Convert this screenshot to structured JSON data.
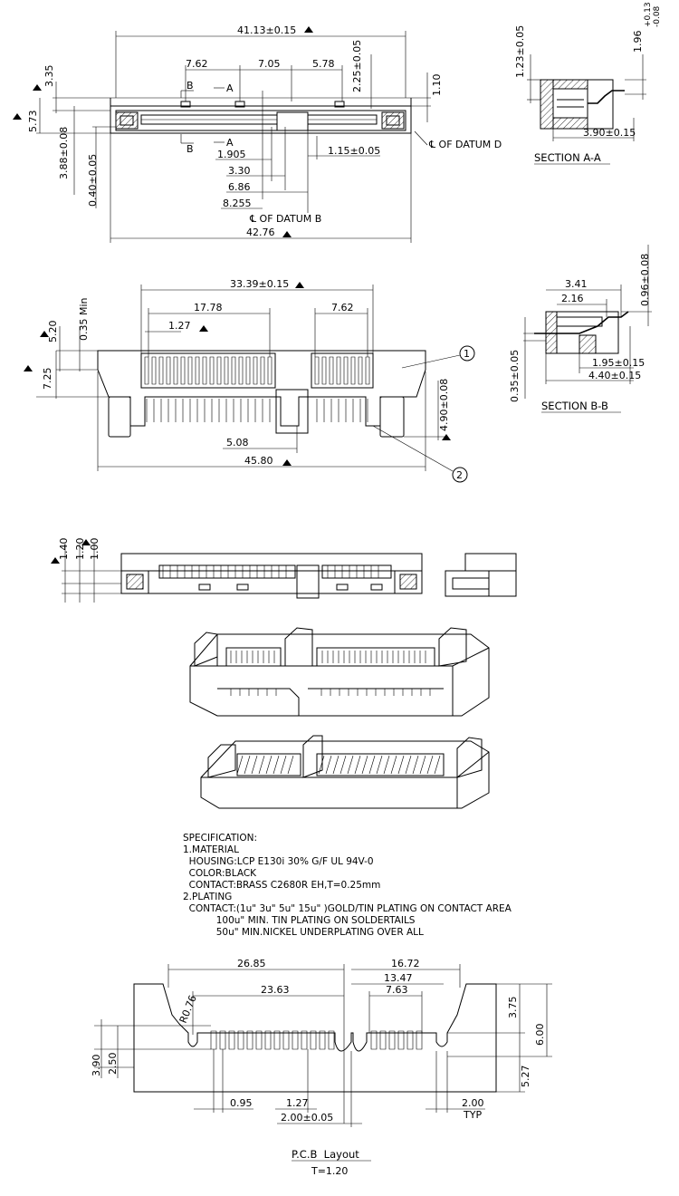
{
  "top_view": {
    "overall_width_top": "41.13±0.15",
    "overall_width_bottom": "42.76",
    "pitch_1": "7.62",
    "pitch_2": "7.05",
    "pitch_3": "5.78",
    "height_right": "2.25±0.05",
    "height_small": "1.10",
    "left_1": "3.35",
    "left_2": "5.73",
    "left_3": "3.88±0.08",
    "left_4": "0.40±0.05",
    "dim_1905": "1.905",
    "dim_330": "3.30",
    "dim_686": "6.86",
    "dim_8255": "8.255",
    "dim_115": "1.15±0.05",
    "datum_b": "℄ OF DATUM B",
    "datum_d": "℄ OF DATUM D",
    "cut_a": "A",
    "cut_b": "B"
  },
  "section_aa": {
    "title": "SECTION A-A",
    "dim_width": "3.90±0.15",
    "dim_height": "1.23±0.05",
    "dim_right": "1.96",
    "tol_plus": "+0.13",
    "tol_minus": "-0.08"
  },
  "front_view": {
    "span": "33.39±0.15",
    "pitch_a": "17.78",
    "pitch_b": "7.62",
    "pitch_c": "1.27",
    "min_dim": "0.35 Min",
    "h_520": "5.20",
    "h_725": "7.25",
    "tail": "4.90±0.08",
    "center": "5.08",
    "width": "45.80",
    "balloon_1": "1",
    "balloon_2": "2"
  },
  "section_bb": {
    "title": "SECTION B-B",
    "dim_341": "3.41",
    "dim_216": "2.16",
    "dim_096": "0.96±0.08",
    "dim_035": "0.35±0.05",
    "dim_195": "1.95±0.15",
    "dim_440": "4.40±0.15"
  },
  "side_view": {
    "h_140": "1.40",
    "h_120": "1.20",
    "h_100": "1.00"
  },
  "specification": {
    "lines": [
      "SPECIFICATION:",
      "1.MATERIAL",
      "  HOUSING:LCP E130i 30% G/F UL 94V-0",
      "  COLOR:BLACK",
      "  CONTACT:BRASS C2680R EH,T=0.25mm",
      "2.PLATING",
      "  CONTACT:(1u\" 3u\" 5u\" 15u\" )GOLD/TIN PLATING ON CONTACT AREA",
      "           100u\" MIN. TIN PLATING ON SOLDERTAILS",
      "           50u\" MIN.NICKEL UNDERPLATING OVER ALL"
    ]
  },
  "pcb_layout": {
    "dim_2685": "26.85",
    "dim_1672": "16.72",
    "dim_1347": "13.47",
    "dim_2363": "23.63",
    "dim_763": "7.63",
    "radius": "R0.76",
    "dim_375": "3.75",
    "dim_600": "6.00",
    "dim_527": "5.27",
    "dim_390": "3.90",
    "dim_250": "2.50",
    "dim_095": "0.95",
    "dim_127": "1.27",
    "dim_200": "2.00±0.05",
    "dim_200typ": "2.00",
    "typ": "TYP",
    "title": "P.C.B  Layout",
    "thickness": "T=1.20"
  }
}
